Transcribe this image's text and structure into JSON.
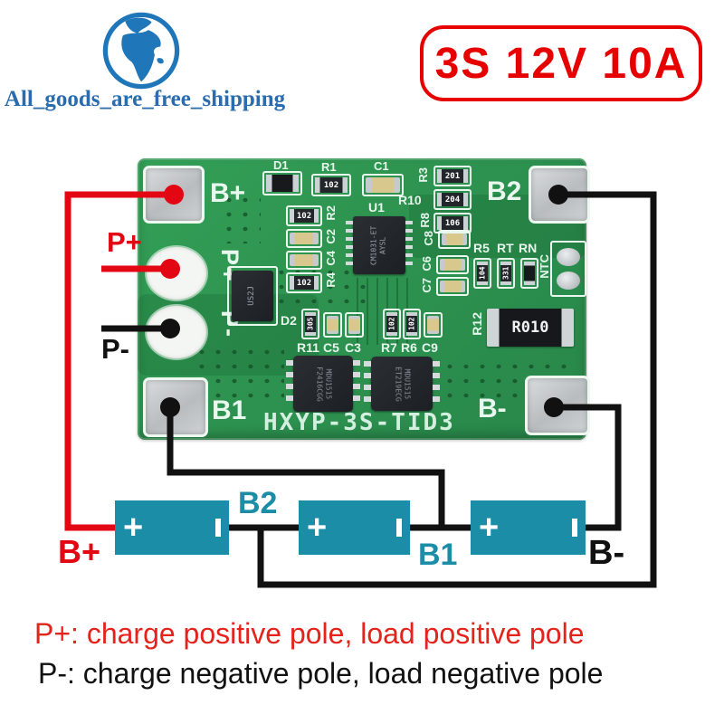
{
  "logo": {
    "caption": "All_goods_are_free_shipping"
  },
  "badge": {
    "label": "3S 12V 10A"
  },
  "board": {
    "model": "HXYP-3S-TID3",
    "pads": {
      "b_plus": "B+",
      "b2": "B2",
      "b1": "B1",
      "b_minus": "B-",
      "p_plus": "P+",
      "p_minus": "P-"
    },
    "silkscreen": {
      "d1": "D1",
      "r1": "R1",
      "c1": "C1",
      "r3": "R3",
      "r10": "R10",
      "r8": "R8",
      "u1": "U1",
      "r2": "R2",
      "c2": "C2",
      "c4": "C4",
      "r4": "R4",
      "c8": "C8",
      "c6": "C6",
      "c7": "C7",
      "r5": "R5",
      "rt": "RT",
      "rn": "RN",
      "ntc": "NTC",
      "r12": "R12",
      "d2": "D2",
      "r11": "R11",
      "c5": "C5",
      "c3": "C3",
      "r7": "R7",
      "r6": "R6",
      "c9": "C9"
    },
    "markings": {
      "r1": "102",
      "r2": "102",
      "r4": "102",
      "r3": "201",
      "r10": "204",
      "r8": "106",
      "r5": "104",
      "rt": "331",
      "r11": "305",
      "r7": "102",
      "r6": "102",
      "u1_line1": "CM1031-ET",
      "u1_line2": "AYSL",
      "d2": "US2J",
      "shunt": "R010",
      "q1_line1": "MDU1515",
      "q1_line2": "F2416CGG",
      "q2_line1": "MDU1515",
      "q2_line2": "ET219ECG"
    }
  },
  "wiring": {
    "labels": {
      "b_plus": "B+",
      "b2": "B2",
      "b1": "B1",
      "b_minus": "B-",
      "p_plus": "P+",
      "p_minus": "P-"
    },
    "battery_plus": "+"
  },
  "notes": {
    "line1": "P+: charge positive pole, load positive pole",
    "line2": "P-: charge negative pole, load negative pole"
  },
  "colors": {
    "wire_red": "#e30613",
    "wire_black": "#111111",
    "battery_teal": "#1b8da7",
    "pcb_green": "#2e9450",
    "logo_blue": "#1f76b8",
    "badge_red": "#e60000"
  }
}
